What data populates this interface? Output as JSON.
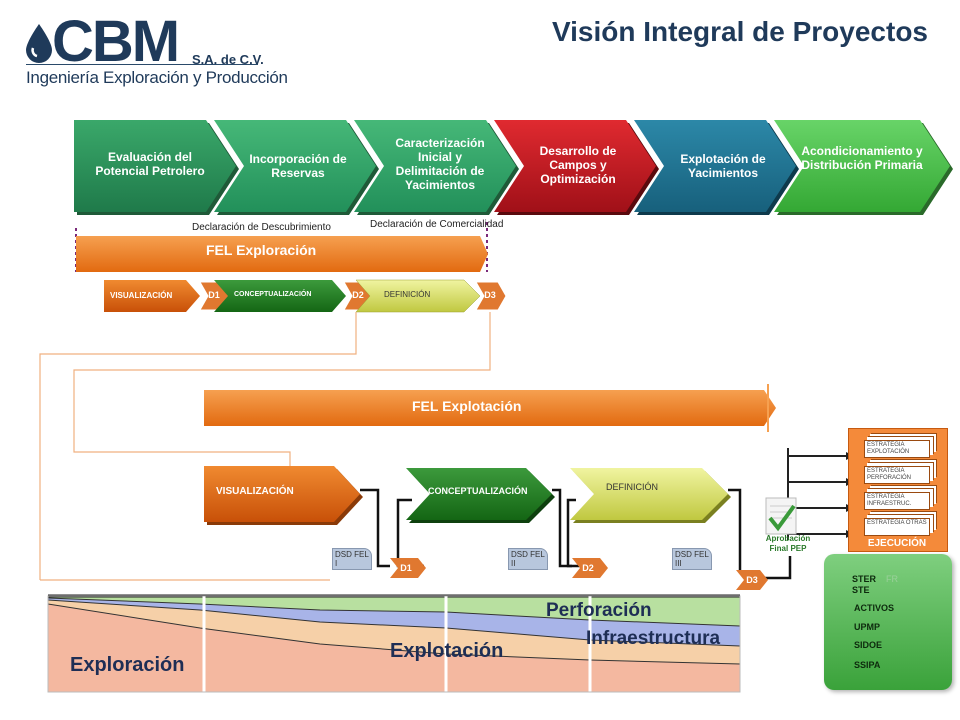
{
  "header": {
    "logo_text": "CBM",
    "logo_suffix": "S.A. de C.V.",
    "logo_subtitle": "Ingeniería Exploración y Producción",
    "title": "Visión Integral de Proyectos"
  },
  "stages": [
    {
      "label": "Evaluación del Potencial Petrolero",
      "color": "#2e8b57"
    },
    {
      "label": "Incorporación de Reservas",
      "color": "#2fa56b"
    },
    {
      "label": "Caracterización Inicial y Delimitación de Yacimientos",
      "color": "#2fa56b"
    },
    {
      "label": "Desarrollo de Campos y Optimización",
      "color": "#c0161e"
    },
    {
      "label": "Explotación de Yacimientos",
      "color": "#1e6e8c"
    },
    {
      "label": "Acondicionamiento y Distribución Primaria",
      "color": "#4cbf4c"
    }
  ],
  "milestones": {
    "discovery": "Declaración de Descubrimiento",
    "commerciality": "Declaración de Comercialidad"
  },
  "fel_exploracion": {
    "title": "FEL Exploración",
    "phases": [
      "VISUALIZACIÓN",
      "CONCEPTUALIZACIÓN",
      "DEFINICIÓN"
    ],
    "decisions": [
      "D1",
      "D2",
      "D3"
    ]
  },
  "fel_explotacion": {
    "title": "FEL Explotación",
    "phases": [
      "VISUALIZACIÓN",
      "CONCEPTUALIZACIÓN",
      "DEFINICIÓN"
    ],
    "decisions": [
      "D1",
      "D2",
      "D3"
    ],
    "documents": [
      "DSD FEL I",
      "DSD FEL II",
      "DSD FEL III"
    ],
    "approval": "Aprobación Final PEP"
  },
  "ejecucion": {
    "title": "EJECUCIÓN",
    "strategies": [
      "ESTRATEGIA EXPLOTACIÓN",
      "ESTRATEGIA PERFORACIÓN",
      "ESTRATEGIA INFRAESTRUC.",
      "ESTRATEGIA OTRAS"
    ]
  },
  "panel": {
    "items": [
      "STER",
      "STE",
      "ACTIVOS",
      "UPMP",
      "SIDOE",
      "SSIPA"
    ],
    "ghost": "FR"
  },
  "chart_labels": {
    "exploracion": "Exploración",
    "explotacion": "Explotación",
    "perforacion": "Perforación",
    "infraestructura": "Infraestructura"
  },
  "colors": {
    "brand_navy": "#1f3a5a",
    "fel_orange": "#f07820",
    "vis_orange": "#e06010",
    "concept_green": "#1f7a1f",
    "def_yellow": "#d8e060",
    "decision_orange": "#e07830",
    "panel_green": "#4cb04c"
  }
}
